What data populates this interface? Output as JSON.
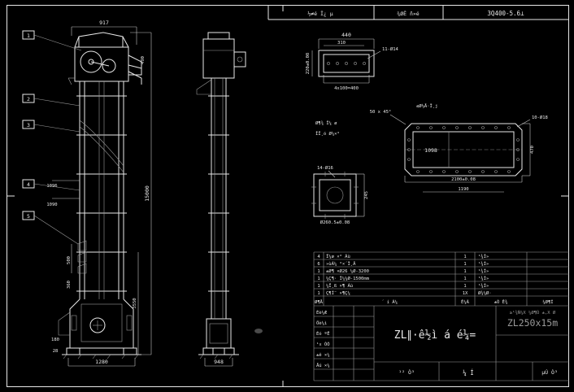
{
  "sheet": {
    "background": "#000000",
    "line_color": "#e8e8e8",
    "grey_text": "#9a9a9a"
  },
  "top_strip": {
    "cell1": "½≠é Î¿ µ",
    "cell2": "¾ØÊ ñ»é",
    "cell3": "3Q400-5.6⊥"
  },
  "front_view": {
    "balloons": [
      "1",
      "2",
      "3",
      "4",
      "5"
    ],
    "dims": {
      "top_width": "917",
      "overall_height": "15000",
      "right_3550": "3550",
      "head_490": "490",
      "left_1096": "1096",
      "left_1090": "1090",
      "left_500": "500",
      "left_360": "360",
      "boot_180": "180",
      "boot_28": "28",
      "bottom_width": "1280"
    }
  },
  "side_view": {
    "dims": {
      "bottom_width": "948"
    }
  },
  "detail_channel": {
    "holes": "11-Ø14",
    "dims": {
      "width": "440",
      "sub_width": "310",
      "height": "220±0.08",
      "pitch": "4x100=400"
    }
  },
  "detail_flange": {
    "holes": "14-Ø16",
    "bore": "Ø260.5±0.08",
    "note1": "Ø¶¾ Î¼ ø",
    "note2": "ÎÏ¸ó Ø¼×°",
    "dims": {
      "height": "245"
    }
  },
  "detail_casing": {
    "chamfer": "50 x 45°",
    "note": "≤Ø½Å·Î¸j",
    "inner_width": "1098",
    "holes": "10-Ø18",
    "dims": {
      "length": "2100±0.08",
      "sub_length": "1190",
      "height": "470"
    }
  },
  "parts_table": {
    "header": {
      "c1": "Ø¶Å",
      "c2": "´ í Á¼",
      "c3": "Ê¼Ã",
      "c4": "±Ò Ê¾",
      "c5": "¼Ø¶Í"
    },
    "rows": [
      {
        "no": "4",
        "name": "Ï¼ø ×° Áù",
        "qty": "1",
        "mat": "¹¾Í»"
      },
      {
        "no": "6",
        "name": "»ùÁ¼ °×´Î¸Â",
        "qty": "1",
        "mat": "¹¾Í»"
      },
      {
        "no": "1",
        "name": "±Ø¶ ×Ø26 ¼Ø-3200",
        "qty": "1",
        "mat": "¹¾Í»"
      },
      {
        "no": "1",
        "name": "¼Ç¶· Î¼¼Ø-1500mm",
        "qty": "1",
        "mat": "¹¾Í»"
      },
      {
        "no": "1",
        "name": "¼Ï¸ß ×¶ Áù",
        "qty": "1",
        "mat": "¹¾Í»"
      },
      {
        "no": "1",
        "name": "Ç¶Í¨ ×¶Ç¼",
        "qty": "1X",
        "mat": "Ø¾¼Ø·"
      }
    ]
  },
  "title_block": {
    "main_title": "ZL∥·ê½ì á é¼=",
    "model": "ZL250x15m",
    "note": "≥¹¾Ñ¼X ¼Ø¶Ù ±,X Ø",
    "left_rows": [
      "Éè¼Æ",
      "Öè¼ì",
      "Éó ºË",
      "¹¤ ÒÕ",
      "±ê ×¼",
      "Åú ×¼"
    ],
    "bottom_left": "¹² Ò³",
    "bottom_center": "¼ Í",
    "bottom_right": "µÚ Ò³"
  }
}
